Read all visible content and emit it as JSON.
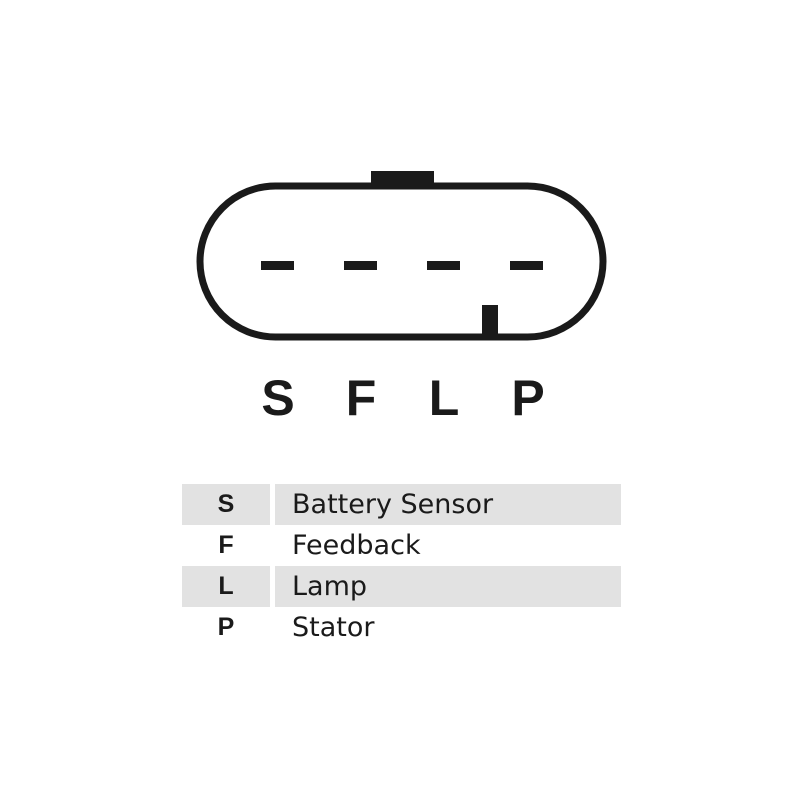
{
  "connector": {
    "stroke_color": "#1a1a1a",
    "pins": [
      {
        "code": "S"
      },
      {
        "code": "F"
      },
      {
        "code": "L"
      },
      {
        "code": "P"
      }
    ]
  },
  "legend": {
    "shade_color": "#e2e2e2",
    "rows": [
      {
        "code": "S",
        "description": "Battery Sensor",
        "shaded": true
      },
      {
        "code": "F",
        "description": "Feedback",
        "shaded": false
      },
      {
        "code": "L",
        "description": "Lamp",
        "shaded": true
      },
      {
        "code": "P",
        "description": "Stator",
        "shaded": false
      }
    ]
  }
}
